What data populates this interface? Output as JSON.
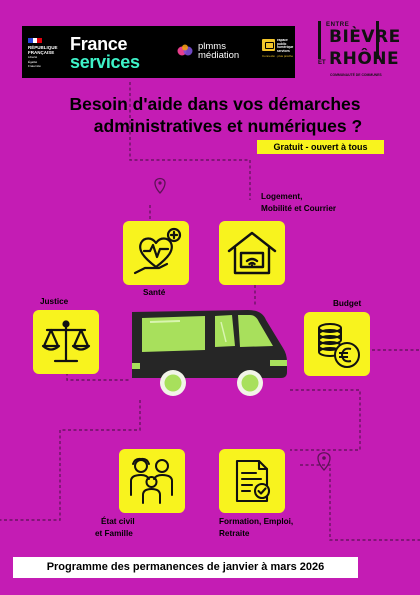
{
  "logos": {
    "republique": {
      "text_lines": [
        "RÉPUBLIQUE",
        "FRANÇAISE"
      ],
      "motto_lines": [
        "Liberté",
        "Égalité",
        "Fraternité"
      ]
    },
    "france_services": {
      "line1": "France",
      "line2": "services"
    },
    "plmms": {
      "line1": "plmms",
      "line2": "médiation"
    },
    "espace": {
      "lines": [
        "espace",
        "public",
        "numérique",
        "services"
      ],
      "sub": "Connecté · plus proche"
    },
    "bievre_rhone": {
      "entre": "ENTRE",
      "bievre": "BIÈVRE",
      "et": "ET",
      "rhone": "RHÔNE",
      "sub": "COMMUNAUTÉ DE COMMUNES"
    }
  },
  "headline": {
    "line1": "Besoin d'aide dans vos démarches",
    "line2": "administratives et numériques ?"
  },
  "free_tag": "Gratuit - ouvert à tous",
  "categories": {
    "sante": "Santé",
    "logement_l1": "Logement,",
    "logement_l2": "Mobilité et Courrier",
    "justice": "Justice",
    "budget": "Budget",
    "etat_civil_l1": "État civil",
    "etat_civil_l2": "et Famille",
    "formation_l1": "Formation, Emploi,",
    "formation_l2": "Retraite"
  },
  "footer": "Programme des permanences de janvier à mars 2026",
  "colors": {
    "background": "#c41cb4",
    "tile": "#f8f31e",
    "van_body": "#262626",
    "van_windows": "#a8e05c",
    "france_services_accent": "#3ef2c8"
  },
  "icons": [
    "health-heart-icon",
    "smart-home-icon",
    "scales-icon",
    "coins-euro-icon",
    "family-icon",
    "document-check-icon",
    "location-pin-icon",
    "van-illustration"
  ]
}
